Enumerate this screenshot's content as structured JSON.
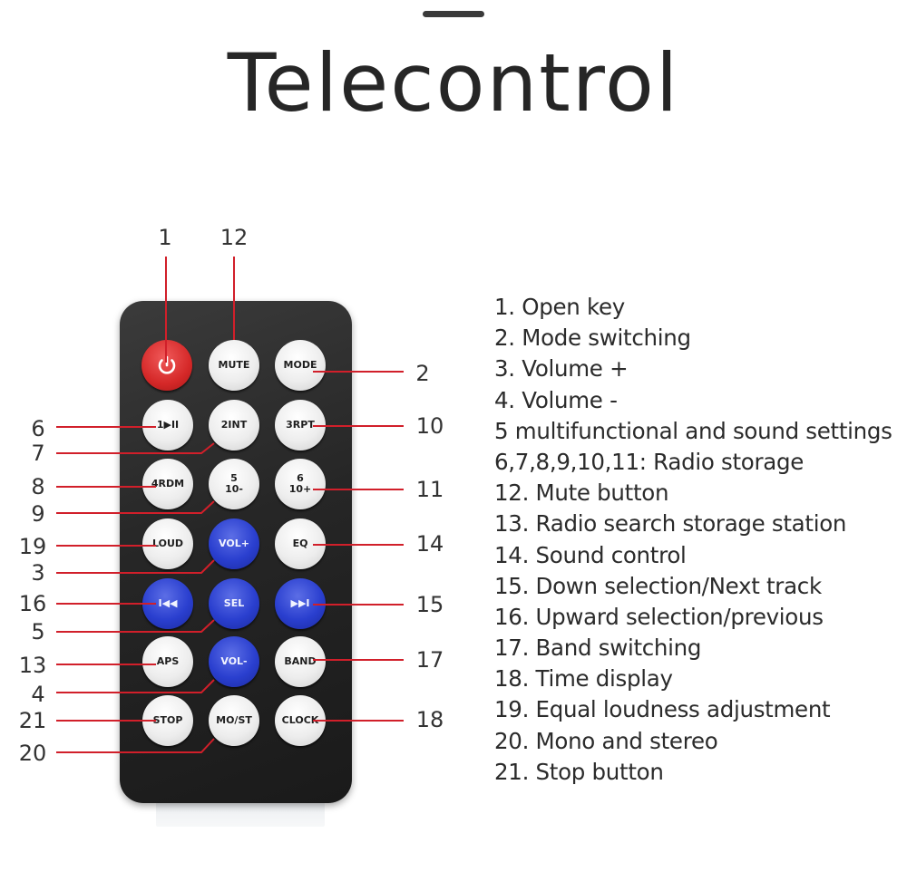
{
  "title": "Telecontrol",
  "colors": {
    "accent_red": "#d52828",
    "accent_blue": "#2a3fcf",
    "remote_body": "#262626",
    "callout_line": "#d11f2a"
  },
  "remote": {
    "power_button": {
      "icon": "power-icon"
    },
    "buttons": [
      {
        "id": "mute",
        "label": "MUTE",
        "style": "white"
      },
      {
        "id": "mode",
        "label": "MODE",
        "style": "white"
      },
      {
        "id": "play-pause",
        "label": "1▶II",
        "style": "white"
      },
      {
        "id": "int",
        "label": "2INT",
        "style": "white"
      },
      {
        "id": "rpt",
        "label": "3RPT",
        "style": "white"
      },
      {
        "id": "rdm",
        "label": "4RDM",
        "style": "white"
      },
      {
        "id": "five",
        "label": "5\n10-",
        "style": "white"
      },
      {
        "id": "six",
        "label": "6\n10+",
        "style": "white"
      },
      {
        "id": "loud",
        "label": "LOUD",
        "style": "white"
      },
      {
        "id": "vol-up",
        "label": "VOL+",
        "style": "blue"
      },
      {
        "id": "eq",
        "label": "EQ",
        "style": "white"
      },
      {
        "id": "prev",
        "label": "I◀◀",
        "style": "blue"
      },
      {
        "id": "sel",
        "label": "SEL",
        "style": "blue"
      },
      {
        "id": "next",
        "label": "▶▶I",
        "style": "blue"
      },
      {
        "id": "aps",
        "label": "APS",
        "style": "white"
      },
      {
        "id": "vol-down",
        "label": "VOL-",
        "style": "blue"
      },
      {
        "id": "band",
        "label": "BAND",
        "style": "white"
      },
      {
        "id": "stop",
        "label": "STOP",
        "style": "white"
      },
      {
        "id": "mo-st",
        "label": "MO/ST",
        "style": "white"
      },
      {
        "id": "clock",
        "label": "CLOCK",
        "style": "white"
      }
    ]
  },
  "callout_numbers": {
    "n1": "1",
    "n12": "12",
    "n2": "2",
    "n6": "6",
    "n7": "7",
    "n10": "10",
    "n8": "8",
    "n9": "9",
    "n11": "11",
    "n19": "19",
    "n3": "3",
    "n14": "14",
    "n16": "16",
    "n5": "5",
    "n15": "15",
    "n13": "13",
    "n4": "4",
    "n17": "17",
    "n21": "21",
    "n20": "20",
    "n18": "18"
  },
  "legend": [
    "1. Open key",
    "2. Mode switching",
    "3. Volume +",
    "4. Volume -",
    "5 multifunctional and sound settings",
    "6,7,8,9,10,11: Radio storage",
    "12. Mute button",
    "13. Radio search storage station",
    "14. Sound control",
    "15. Down selection/Next track",
    "16. Upward selection/previous",
    "17. Band switching",
    "18. Time display",
    "19. Equal loudness adjustment",
    "20. Mono and stereo",
    "21. Stop button"
  ]
}
